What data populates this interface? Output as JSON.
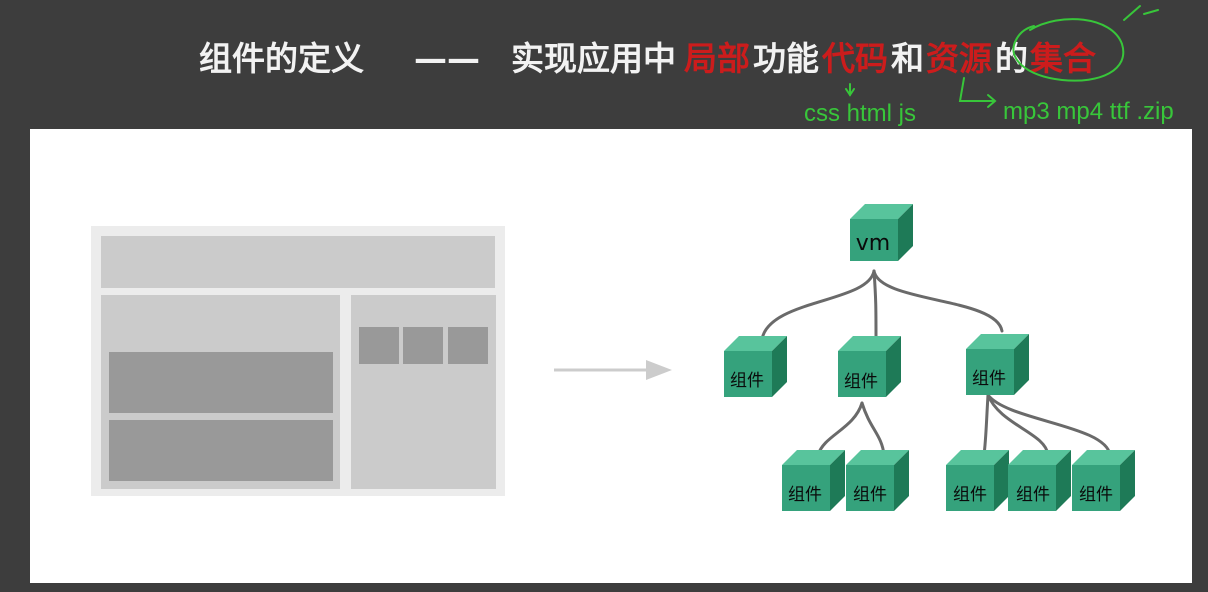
{
  "title": {
    "segments": [
      {
        "text": "组件的定义",
        "color": "white"
      },
      {
        "text": "——",
        "color": "white"
      },
      {
        "text": "实现应用中",
        "color": "white"
      },
      {
        "text": "局部",
        "color": "red"
      },
      {
        "text": "功能",
        "color": "white"
      },
      {
        "text": "代码",
        "color": "red"
      },
      {
        "text": "和",
        "color": "white"
      },
      {
        "text": "资源",
        "color": "red"
      },
      {
        "text": "的",
        "color": "white"
      },
      {
        "text": "集合",
        "color": "red"
      }
    ]
  },
  "annotations": {
    "code_examples": "css html js",
    "resource_examples": "mp3 mp4 ttf .zip"
  },
  "diagram": {
    "root_label": "vm",
    "node_label": "组件",
    "tree": {
      "label": "vm",
      "children": [
        {
          "label": "组件",
          "children": []
        },
        {
          "label": "组件",
          "children": [
            {
              "label": "组件"
            },
            {
              "label": "组件"
            }
          ]
        },
        {
          "label": "组件",
          "children": [
            {
              "label": "组件"
            },
            {
              "label": "组件"
            },
            {
              "label": "组件"
            }
          ]
        }
      ]
    }
  },
  "colors": {
    "background": "#3d3d3d",
    "title_text": "#f2f2f2",
    "title_highlight": "#cc1c1c",
    "annotation": "#38c63a",
    "cube_front": "#35a27c",
    "cube_top": "#58c49c",
    "cube_side": "#1e7a57",
    "edge": "#6a6a6a",
    "arrow": "#cccccc"
  }
}
